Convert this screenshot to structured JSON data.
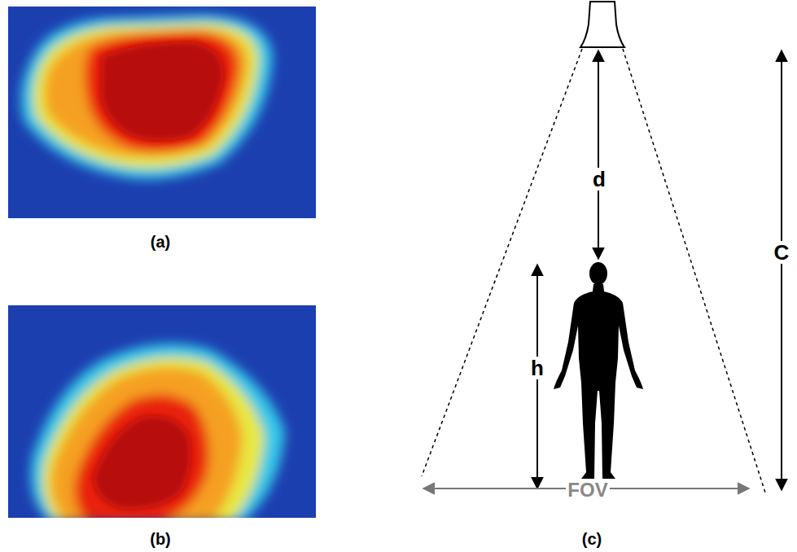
{
  "diagram": {
    "labels": [
      "(a)",
      "(b)",
      "(c)",
      "d",
      "h",
      "FOV",
      "C"
    ]
  }
}
